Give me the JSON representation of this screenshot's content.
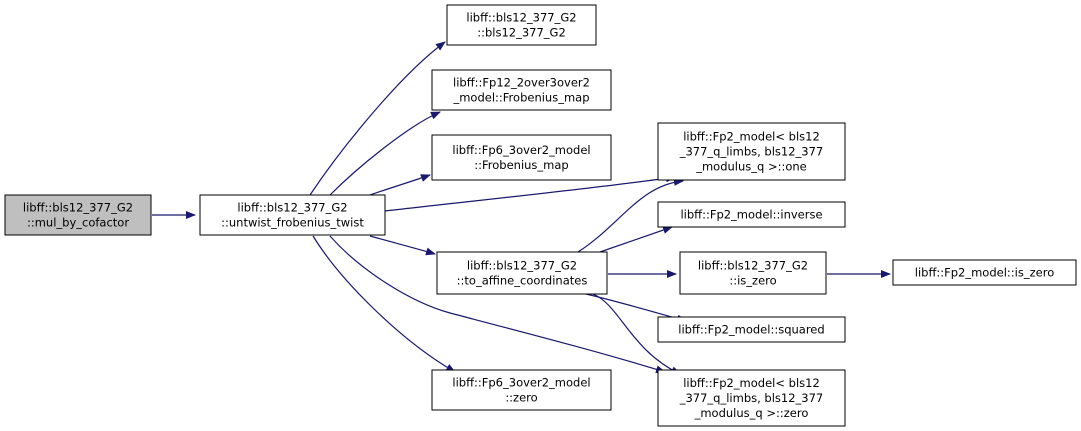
{
  "graph": {
    "edge_color": "#191970",
    "node_fill": "#ffffff",
    "highlight_fill": "#bfbfbf",
    "nodes": {
      "mul_by_cofactor": {
        "lines": [
          "libff::bls12_377_G2",
          "::mul_by_cofactor"
        ],
        "highlighted": true
      },
      "untwist_frobenius_twist": {
        "lines": [
          "libff::bls12_377_G2",
          "::untwist_frobenius_twist"
        ]
      },
      "g2_ctor": {
        "lines": [
          "libff::bls12_377_G2",
          "::bls12_377_G2"
        ]
      },
      "fp12_frobenius": {
        "lines": [
          "libff::Fp12_2over3over2",
          "_model::Frobenius_map"
        ]
      },
      "fp6_frobenius": {
        "lines": [
          "libff::Fp6_3over2_model",
          "::Frobenius_map"
        ]
      },
      "to_affine": {
        "lines": [
          "libff::bls12_377_G2",
          "::to_affine_coordinates"
        ]
      },
      "fp6_zero": {
        "lines": [
          "libff::Fp6_3over2_model",
          "::zero"
        ]
      },
      "fp2_one": {
        "lines": [
          "libff::Fp2_model< bls12",
          "_377_q_limbs, bls12_377",
          "_modulus_q >::one"
        ]
      },
      "fp2_inverse": {
        "lines": [
          "libff::Fp2_model::inverse"
        ]
      },
      "g2_is_zero": {
        "lines": [
          "libff::bls12_377_G2",
          "::is_zero"
        ]
      },
      "fp2_squared": {
        "lines": [
          "libff::Fp2_model::squared"
        ]
      },
      "fp2_zero": {
        "lines": [
          "libff::Fp2_model< bls12",
          "_377_q_limbs, bls12_377",
          "_modulus_q >::zero"
        ]
      },
      "fp2_is_zero": {
        "lines": [
          "libff::Fp2_model::is_zero"
        ]
      }
    }
  }
}
